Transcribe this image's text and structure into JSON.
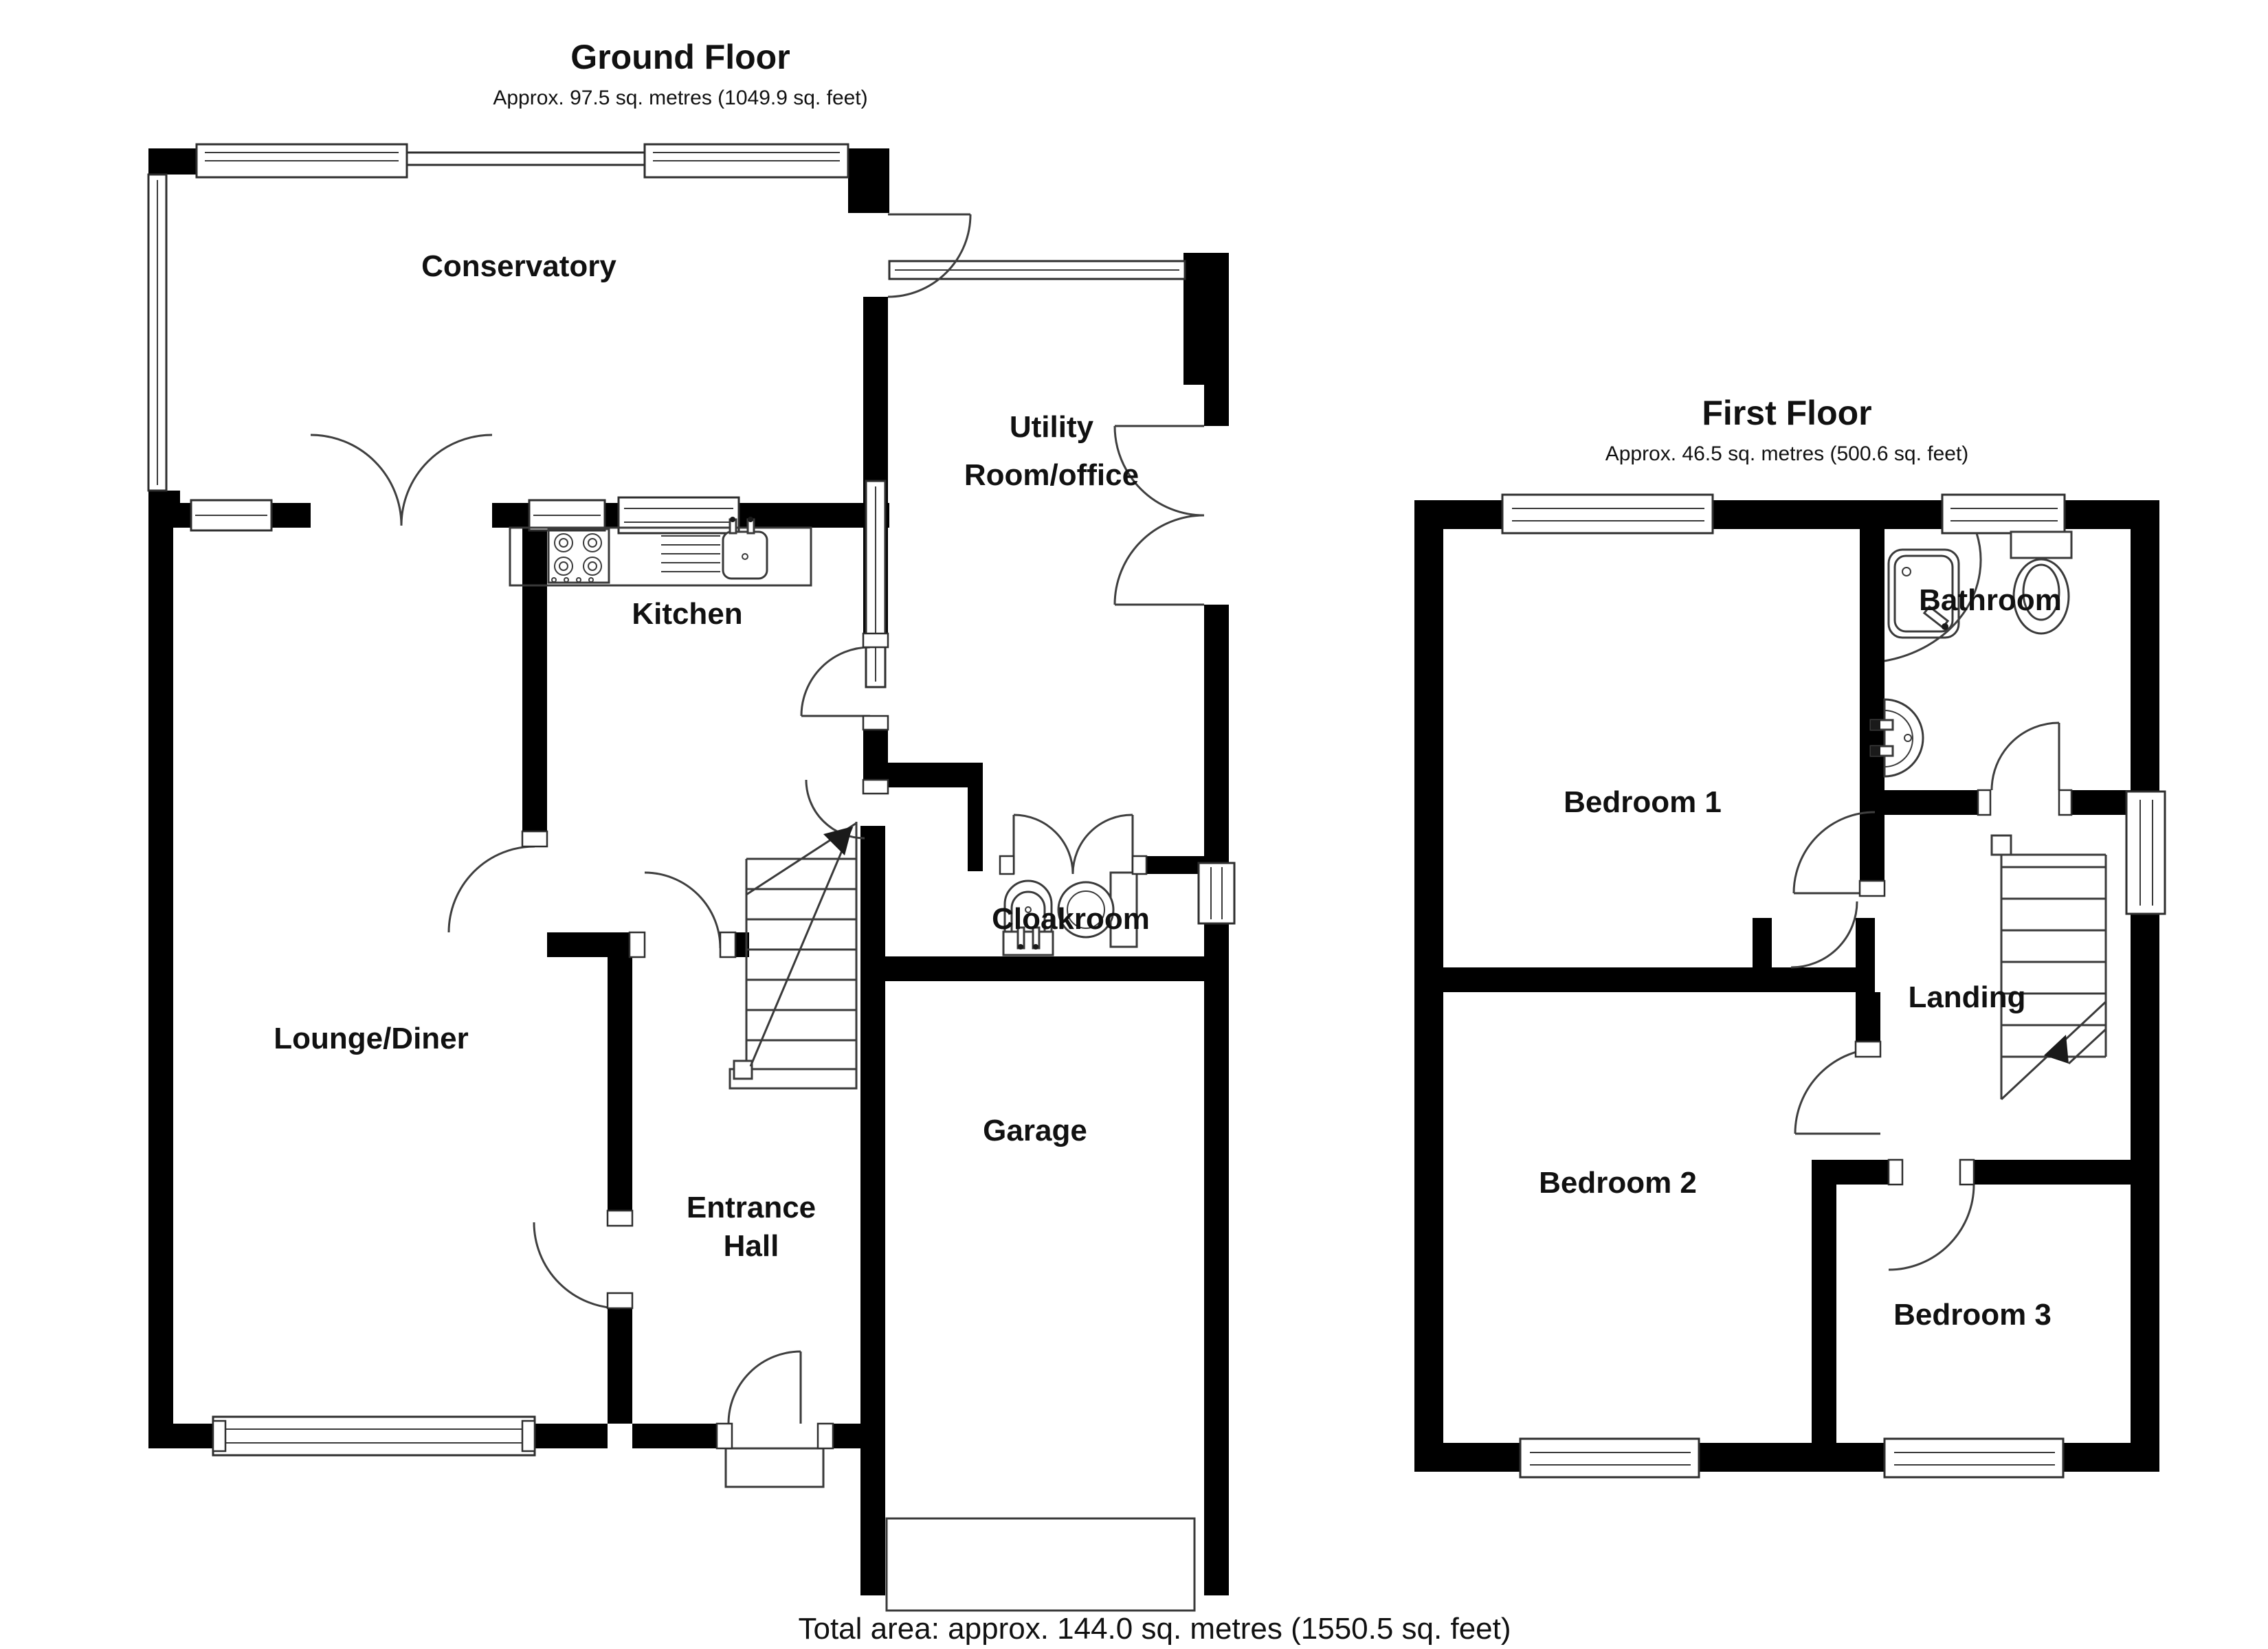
{
  "document": {
    "kind": "estate-agent-floor-plan"
  },
  "floors": {
    "ground": {
      "title": "Ground Floor",
      "area_label": "Approx. 97.5 sq. metres (1049.9 sq. feet)",
      "rooms": {
        "conservatory": "Conservatory",
        "utility_line1": "Utility",
        "utility_line2": "Room/office",
        "kitchen": "Kitchen",
        "cloakroom": "Cloakroom",
        "lounge_diner": "Lounge/Diner",
        "entrance_hall_line1": "Entrance",
        "entrance_hall_line2": "Hall",
        "garage": "Garage"
      }
    },
    "first": {
      "title": "First Floor",
      "area_label": "Approx. 46.5 sq. metres (500.6 sq. feet)",
      "rooms": {
        "bedroom1": "Bedroom 1",
        "bathroom": "Bathroom",
        "landing": "Landing",
        "bedroom2": "Bedroom 2",
        "bedroom3": "Bedroom 3"
      }
    }
  },
  "footer": {
    "total_area": "Total area: approx. 144.0 sq. metres (1550.5 sq. feet)"
  },
  "colors": {
    "wall": "#000000",
    "fixture_line": "#3a3a3a",
    "background": "#ffffff",
    "text": "#111111"
  },
  "fixtures": [
    "hob-icon",
    "kitchen-sink-icon",
    "toilet-icon",
    "cloakroom-basin-icon",
    "shower-icon",
    "bathroom-basin-icon",
    "stairs-icon",
    "garage-door-icon"
  ]
}
